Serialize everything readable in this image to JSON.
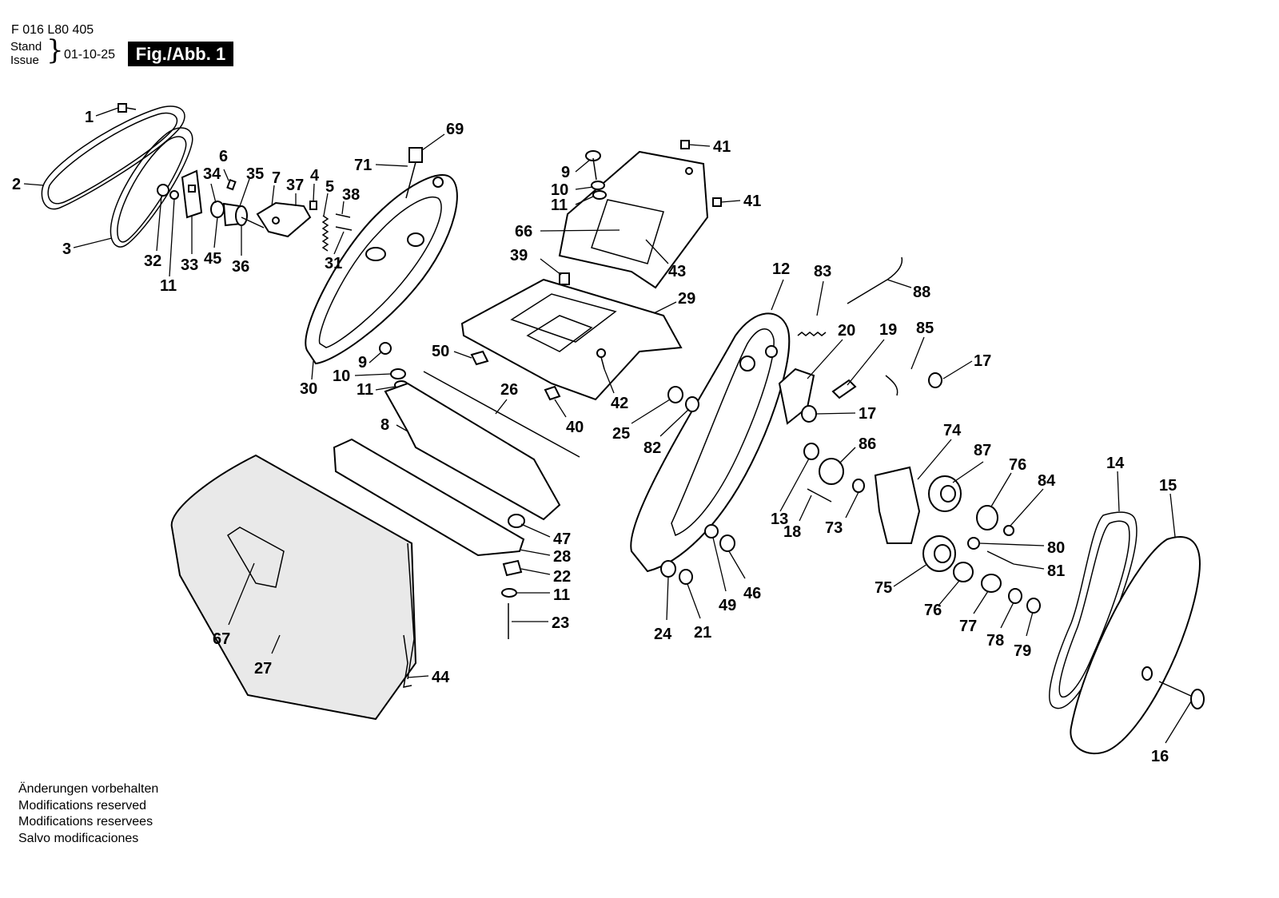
{
  "header": {
    "doc_number": "F 016 L80 405",
    "stand_label": "Stand",
    "issue_label": "Issue",
    "brace": "}",
    "issue_date": "01-10-25",
    "figure_label": "Fig./Abb. 1"
  },
  "footer": {
    "lines": [
      "Änderungen vorbehalten",
      "Modifications reserved",
      "Modifications reservees",
      "Salvo modificaciones"
    ]
  },
  "callouts": [
    "1",
    "2",
    "3",
    "6",
    "34",
    "35",
    "7",
    "37",
    "4",
    "5",
    "38",
    "32",
    "11",
    "33",
    "45",
    "36",
    "31",
    "69",
    "71",
    "30",
    "9",
    "10",
    "11",
    "41",
    "9",
    "10",
    "11",
    "41",
    "66",
    "43",
    "39",
    "29",
    "12",
    "83",
    "88",
    "20",
    "19",
    "85",
    "17",
    "50",
    "9",
    "10",
    "11",
    "26",
    "8",
    "40",
    "42",
    "25",
    "82",
    "17",
    "86",
    "74",
    "87",
    "76",
    "84",
    "14",
    "15",
    "13",
    "18",
    "73",
    "80",
    "81",
    "75",
    "76",
    "77",
    "78",
    "79",
    "47",
    "28",
    "22",
    "11",
    "23",
    "67",
    "27",
    "44",
    "24",
    "21",
    "49",
    "46",
    "16"
  ]
}
